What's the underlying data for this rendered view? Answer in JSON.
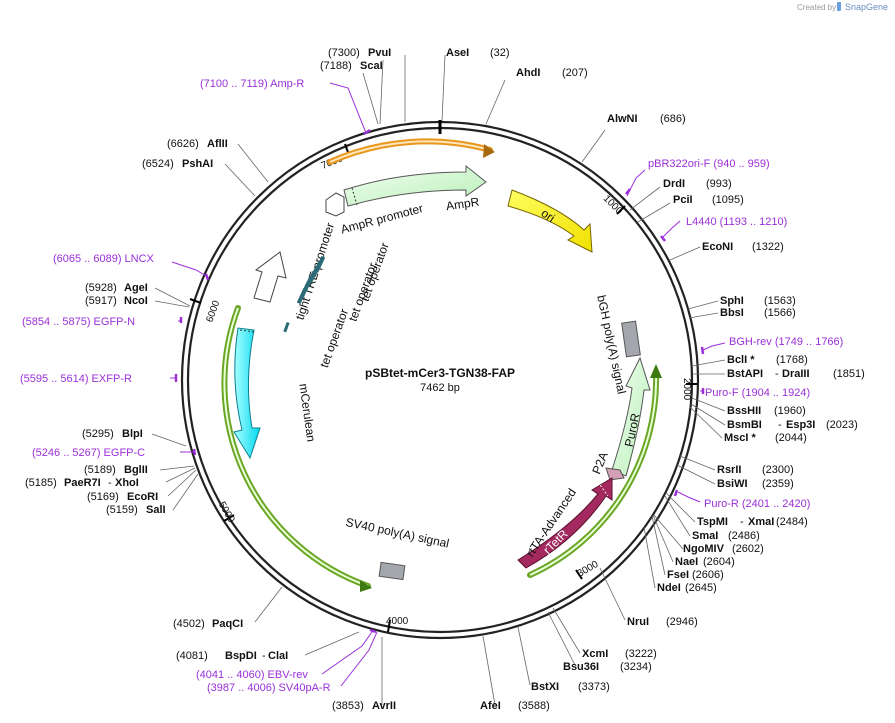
{
  "credit": {
    "text": "Created by",
    "brand": "SnapGene"
  },
  "plasmid": {
    "name": "pSBtet-mCer3-TGN38-FAP",
    "size": "7462 bp"
  },
  "ticks": [
    "1000",
    "2000",
    "3000",
    "4000",
    "5000",
    "6000",
    "7000"
  ],
  "sites": [
    {
      "name": "PvuI",
      "pos": "(7300)"
    },
    {
      "name": "ScaI",
      "pos": "(7188)"
    },
    {
      "name": "AseI",
      "pos": "(32)"
    },
    {
      "name": "AhdI",
      "pos": "(207)"
    },
    {
      "name": "AlwNI",
      "pos": "(686)"
    },
    {
      "name": "DrdI",
      "pos": "(993)"
    },
    {
      "name": "PciI",
      "pos": "(1095)"
    },
    {
      "name": "EcoNI",
      "pos": "(1322)"
    },
    {
      "name": "SphI",
      "pos": "(1563)"
    },
    {
      "name": "BbsI",
      "pos": "(1566)"
    },
    {
      "name": "BclI *",
      "pos": "(1768)"
    },
    {
      "name": "BstAPI",
      "pos": "",
      "name2": "DraIII",
      "pos2": "(1851)"
    },
    {
      "name": "BssHII",
      "pos": "(1960)"
    },
    {
      "name": "BsmBI",
      "pos": "",
      "name2": "Esp3I",
      "pos2": "(2023)"
    },
    {
      "name": "MscI *",
      "pos": "(2044)"
    },
    {
      "name": "RsrII",
      "pos": "(2300)"
    },
    {
      "name": "BsiWI",
      "pos": "(2359)"
    },
    {
      "name": "TspMI",
      "pos": "",
      "name2": "XmaI",
      "pos2": "(2484)"
    },
    {
      "name": "SmaI",
      "pos": "(2486)"
    },
    {
      "name": "NgoMIV",
      "pos": "(2602)"
    },
    {
      "name": "NaeI",
      "pos": "(2604)"
    },
    {
      "name": "FseI",
      "pos": "(2606)"
    },
    {
      "name": "NdeI",
      "pos": "(2645)"
    },
    {
      "name": "NruI",
      "pos": "(2946)"
    },
    {
      "name": "XcmI",
      "pos": "(3222)"
    },
    {
      "name": "Bsu36I",
      "pos": "(3234)"
    },
    {
      "name": "BstXI",
      "pos": "(3373)"
    },
    {
      "name": "AfeI",
      "pos": "(3588)"
    },
    {
      "name": "AvrII",
      "pos": "(3853)"
    },
    {
      "name": "BspDI",
      "pos": "",
      "name2": "ClaI",
      "pos2": "(4081)"
    },
    {
      "name": "PaqCI",
      "pos": "(4502)"
    },
    {
      "name": "SalI",
      "pos": "(5159)"
    },
    {
      "name": "EcoRI",
      "pos": "(5169)"
    },
    {
      "name": "PaeR7I",
      "pos": "(5185)",
      "name2": "XhoI",
      "pos2": ""
    },
    {
      "name": "BglII",
      "pos": "(5189)"
    },
    {
      "name": "BlpI",
      "pos": "(5295)"
    },
    {
      "name": "NcoI",
      "pos": "(5917)"
    },
    {
      "name": "AgeI",
      "pos": "(5928)"
    },
    {
      "name": "PshAI",
      "pos": "(6524)"
    },
    {
      "name": "AflII",
      "pos": "(6626)"
    }
  ],
  "primers": [
    {
      "label": "(7100 .. 7119)  Amp-R"
    },
    {
      "label": "pBR322ori-F    (940 .. 959)"
    },
    {
      "label": "L4440    (1193 .. 1210)"
    },
    {
      "label": "BGH-rev    (1749 .. 1766)"
    },
    {
      "label": "Puro-F    (1904 .. 1924)"
    },
    {
      "label": "Puro-R    (2401 .. 2420)"
    },
    {
      "label": "(4041 .. 4060)  EBV-rev"
    },
    {
      "label": "(3987 .. 4006)  SV40pA-R"
    },
    {
      "label": "(5246 .. 5267)  EGFP-C"
    },
    {
      "label": "(5595 .. 5614)  EXFP-R"
    },
    {
      "label": "(5854 .. 5875)  EGFP-N"
    },
    {
      "label": "(6065 .. 6089)  LNCX"
    }
  ],
  "features": {
    "ampr_promoter": "AmpR promoter",
    "ampr": "AmpR",
    "ori": "ori",
    "bgh": "bGH poly(A) signal",
    "puror": "PuroR",
    "p2a": "P2A",
    "rtetr": "rTetR",
    "rtta": "rtTA-Advanced",
    "sv40": "SV40 poly(A) signal",
    "mcerulean": "mCerulean",
    "tre": "tight TRE promoter",
    "tetop1": "tet operator",
    "tetop2": "tet operator",
    "tetop3": "tet operator"
  },
  "colors": {
    "ampr": "#c8f5c8",
    "ori": "#ffff00",
    "puror": "#c8f5c8",
    "rtetr": "#a3295f",
    "mcerulean": "#00f0ff",
    "orange_arc": "#e8961e",
    "green_arc": "#6aa626",
    "primer": "#9b30d9",
    "tetop": "#2d6a78"
  }
}
